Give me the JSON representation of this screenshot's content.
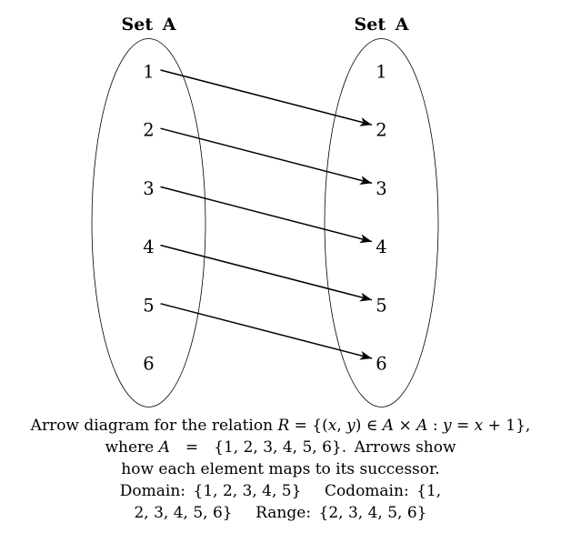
{
  "diagram": {
    "left_set": {
      "label": "Set A",
      "elements": [
        "1",
        "2",
        "3",
        "4",
        "5",
        "6"
      ]
    },
    "right_set": {
      "label": "Set A",
      "elements": [
        "1",
        "2",
        "3",
        "4",
        "5",
        "6"
      ]
    },
    "arrows": [
      {
        "from": "1",
        "to": "2"
      },
      {
        "from": "2",
        "to": "3"
      },
      {
        "from": "3",
        "to": "4"
      },
      {
        "from": "4",
        "to": "5"
      },
      {
        "from": "5",
        "to": "6"
      }
    ],
    "colors": {
      "ink": "#000000",
      "background": "#ffffff"
    }
  },
  "caption": {
    "lines": [
      [
        {
          "t": "Arrow diagram for the relation "
        },
        {
          "t": "R",
          "i": true
        },
        {
          "t": " = {("
        },
        {
          "t": "x",
          "i": true
        },
        {
          "t": ", "
        },
        {
          "t": "y",
          "i": true
        },
        {
          "t": ") ∈ "
        },
        {
          "t": "A",
          "i": true
        },
        {
          "t": " × "
        },
        {
          "t": "A",
          "i": true
        },
        {
          "t": " : "
        },
        {
          "t": "y",
          "i": true
        },
        {
          "t": " = "
        },
        {
          "t": "x",
          "i": true
        },
        {
          "t": " + 1},"
        }
      ],
      [
        {
          "t": "where "
        },
        {
          "t": "A",
          "i": true
        },
        {
          "t": " = {1, 2, 3, 4, 5, 6}. Arrows show"
        }
      ],
      [
        {
          "t": "how each element maps to its successor."
        }
      ],
      [
        {
          "t": "Domain: {1, 2, 3, 4, 5}  Codomain: {1,"
        }
      ],
      [
        {
          "t": "2, 3, 4, 5, 6}  Range: {2, 3, 4, 5, 6}"
        }
      ]
    ]
  }
}
